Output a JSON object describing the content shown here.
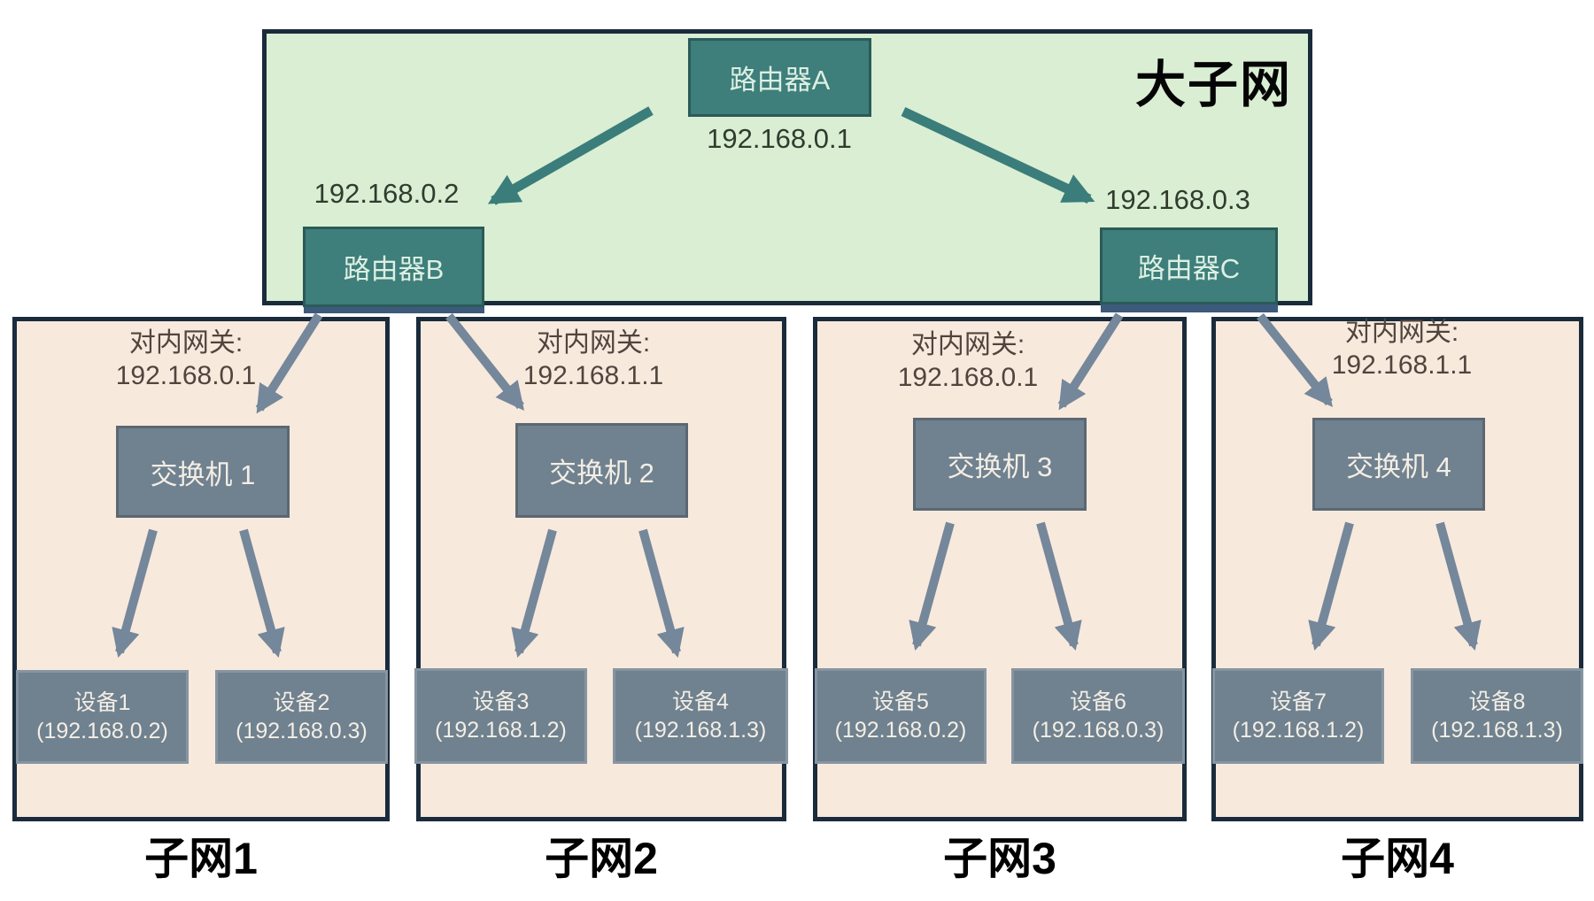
{
  "big_subnet": {
    "label": "大子网",
    "router_a": {
      "name": "路由器A",
      "ip": "192.168.0.1"
    },
    "router_b": {
      "name": "路由器B",
      "ip": "192.168.0.2"
    },
    "router_c": {
      "name": "路由器C",
      "ip": "192.168.0.3"
    }
  },
  "subnets": [
    {
      "label": "子网1",
      "gateway_label": "对内网关:",
      "gateway_ip": "192.168.0.1",
      "switch_label": "交换机 1",
      "devices": [
        {
          "name": "设备1",
          "ip": "(192.168.0.2)"
        },
        {
          "name": "设备2",
          "ip": "(192.168.0.3)"
        }
      ]
    },
    {
      "label": "子网2",
      "gateway_label": "对内网关:",
      "gateway_ip": "192.168.1.1",
      "switch_label": "交换机 2",
      "devices": [
        {
          "name": "设备3",
          "ip": "(192.168.1.2)"
        },
        {
          "name": "设备4",
          "ip": "(192.168.1.3)"
        }
      ]
    },
    {
      "label": "子网3",
      "gateway_label": "对内网关:",
      "gateway_ip": "192.168.0.1",
      "switch_label": "交换机 3",
      "devices": [
        {
          "name": "设备5",
          "ip": "(192.168.0.2)"
        },
        {
          "name": "设备6",
          "ip": "(192.168.0.3)"
        }
      ]
    },
    {
      "label": "子网4",
      "gateway_label": "对内网关:",
      "gateway_ip": "192.168.1.1",
      "switch_label": "交换机 4",
      "devices": [
        {
          "name": "设备7",
          "ip": "(192.168.1.2)"
        },
        {
          "name": "设备8",
          "ip": "(192.168.1.3)"
        }
      ]
    }
  ],
  "colors": {
    "big_subnet_fill": "#d9eed3",
    "subnet_fill": "#f8e9dd",
    "router_fill": "#3e7e7b",
    "switch_device_fill": "#70818f",
    "outline": "#1a2b3c",
    "teal_arrow": "#3a7d7b",
    "gray_arrow": "#75879a",
    "port_strip": "#3d5a7c"
  }
}
